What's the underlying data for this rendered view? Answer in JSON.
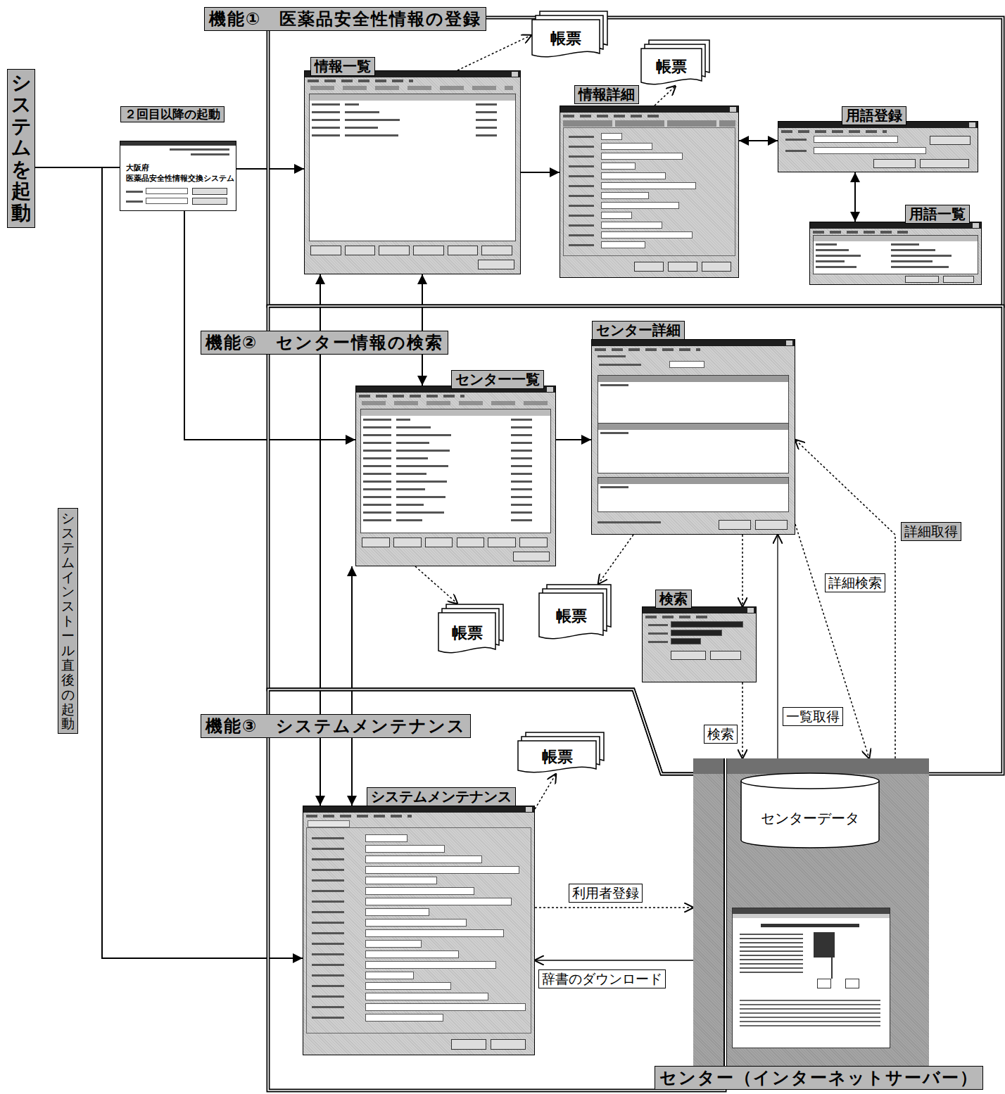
{
  "diagram": {
    "nodes": [
      {
        "text": [
          "システムを起動"
        ]
      },
      {
        "text": [
          "２回目以降の起動",
          "大阪府 医薬品安全性情報交換システム"
        ]
      },
      {
        "text": [
          "機能①　医薬品安全性情報の登録"
        ]
      },
      {
        "text": [
          "情報一覧"
        ],
        "in": 2
      },
      {
        "text": [
          "帳票"
        ],
        "in": 2
      },
      {
        "text": [
          "帳票"
        ],
        "in": 2
      },
      {
        "text": [
          "情報詳細"
        ],
        "in": 2
      },
      {
        "text": [
          "用語登録"
        ],
        "in": 2
      },
      {
        "text": [
          "用語一覧"
        ],
        "in": 2
      },
      {
        "text": [
          "機能②　センター情報の検索"
        ]
      },
      {
        "text": [
          "センター一覧"
        ],
        "in": 9
      },
      {
        "text": [
          "センター詳細"
        ],
        "in": 9
      },
      {
        "text": [
          "帳票"
        ],
        "in": 9
      },
      {
        "text": [
          "帳票"
        ],
        "in": 9
      },
      {
        "text": [
          "検索"
        ],
        "in": 9
      },
      {
        "text": [
          "機能③　システムメンテナンス"
        ]
      },
      {
        "text": [
          "帳票"
        ],
        "in": 15
      },
      {
        "text": [
          "システムメンテナンス"
        ],
        "in": 15
      },
      {
        "text": [
          "センター（インターネットサーバー）"
        ]
      },
      {
        "text": [
          "センターデータ"
        ],
        "in": 18
      }
    ],
    "edges": [
      {
        "from": 0,
        "to": 1,
        "arrow": "none"
      },
      {
        "from": 0,
        "to": 17,
        "arrow": "to"
      },
      {
        "from": 1,
        "to": 3,
        "arrow": "to"
      },
      {
        "from": 1,
        "to": 10,
        "arrow": "to"
      },
      {
        "from": 3,
        "to": 6,
        "arrow": "to"
      },
      {
        "from": 3,
        "to": 4,
        "arrow": "to"
      },
      {
        "from": 6,
        "to": 5,
        "arrow": "to"
      },
      {
        "from": 6,
        "to": 7,
        "arrow": "both"
      },
      {
        "from": 7,
        "to": 8,
        "arrow": "both"
      },
      {
        "from": 3,
        "to": 10,
        "arrow": "both"
      },
      {
        "from": 3,
        "to": 17,
        "arrow": "both"
      },
      {
        "from": 10,
        "to": 17,
        "arrow": "both"
      },
      {
        "from": 10,
        "to": 11,
        "arrow": "to"
      },
      {
        "from": 10,
        "to": 12,
        "arrow": "to"
      },
      {
        "from": 11,
        "to": 13,
        "arrow": "to"
      },
      {
        "from": 11,
        "to": 14,
        "arrow": "to"
      },
      {
        "from": 14,
        "to": 18,
        "arrow": "to",
        "label": "検索"
      },
      {
        "from": 18,
        "to": 11,
        "arrow": "to",
        "label": "一覧取得"
      },
      {
        "from": 11,
        "to": 18,
        "arrow": "to",
        "label": "詳細検索"
      },
      {
        "from": 18,
        "to": 11,
        "arrow": "to",
        "label": "詳細取得"
      },
      {
        "from": 17,
        "to": 18,
        "arrow": "to",
        "label": "利用者登録"
      },
      {
        "from": 18,
        "to": 17,
        "arrow": "to",
        "label": "辞書のダウンロード"
      },
      {
        "from": 17,
        "to": 16,
        "arrow": "to"
      }
    ],
    "labels": [
      "システムインストール直後の起動"
    ]
  }
}
